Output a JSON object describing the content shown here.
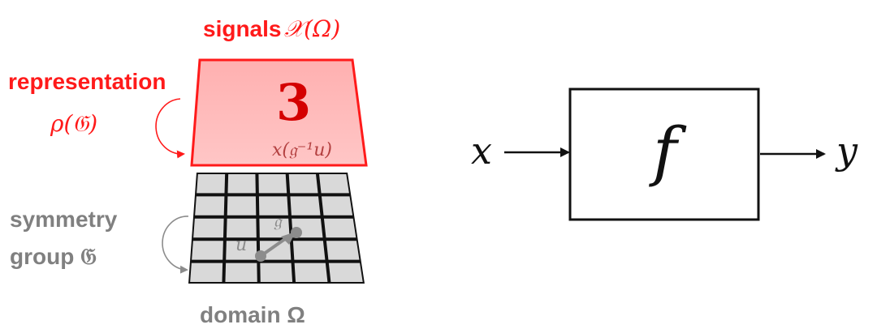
{
  "left_panel": {
    "signals_label": "signals",
    "signals_math": "𝒳(Ω)",
    "representation_label": "representation",
    "representation_math": "ρ(𝔊)",
    "digit": "3",
    "signal_math": "x(𝔤⁻¹u)",
    "symmetry_label_line1": "symmetry",
    "symmetry_label_line2": "group 𝔊",
    "point_u": "u",
    "point_g": "𝔤",
    "domain_label": "domain Ω"
  },
  "right_panel": {
    "input": "x",
    "function": "f",
    "output": "y"
  },
  "colors": {
    "red": "#ff1a1a",
    "pink_fill": "#ffb3b3",
    "gray": "#808080",
    "grid_cell": "#d9d9d9"
  }
}
